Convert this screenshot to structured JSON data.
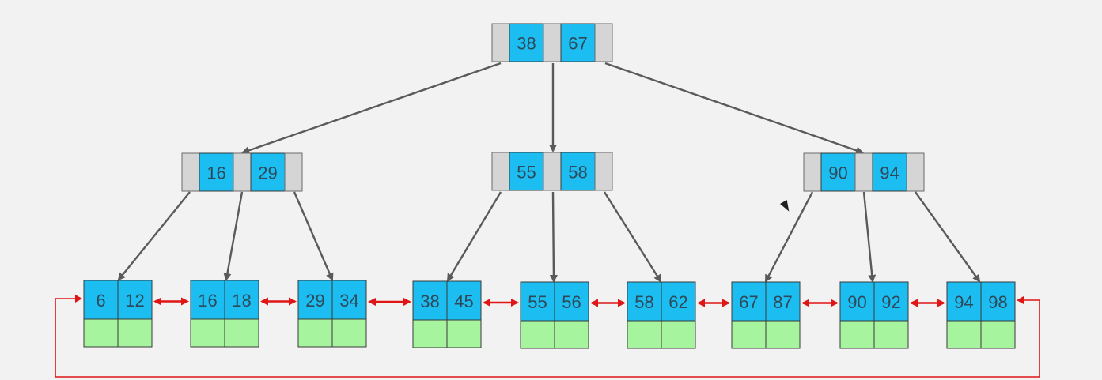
{
  "diagram": {
    "root": {
      "keys": [
        "38",
        "67"
      ]
    },
    "internal": [
      {
        "keys": [
          "16",
          "29"
        ]
      },
      {
        "keys": [
          "55",
          "58"
        ]
      },
      {
        "keys": [
          "90",
          "94"
        ]
      }
    ],
    "leaves": [
      {
        "keys": [
          "6",
          "12"
        ]
      },
      {
        "keys": [
          "16",
          "18"
        ]
      },
      {
        "keys": [
          "29",
          "34"
        ]
      },
      {
        "keys": [
          "38",
          "45"
        ]
      },
      {
        "keys": [
          "55",
          "56"
        ]
      },
      {
        "keys": [
          "58",
          "62"
        ]
      },
      {
        "keys": [
          "67",
          "87"
        ]
      },
      {
        "keys": [
          "90",
          "92"
        ]
      },
      {
        "keys": [
          "94",
          "98"
        ]
      }
    ],
    "colors": {
      "key_cell": "#1cbef2",
      "pointer_cell": "#d5d5d5",
      "data_cell": "#a6f59e",
      "leaf_link": "#e01515",
      "tree_edge": "#5a5a5a",
      "background": "#f2f2f2"
    }
  }
}
